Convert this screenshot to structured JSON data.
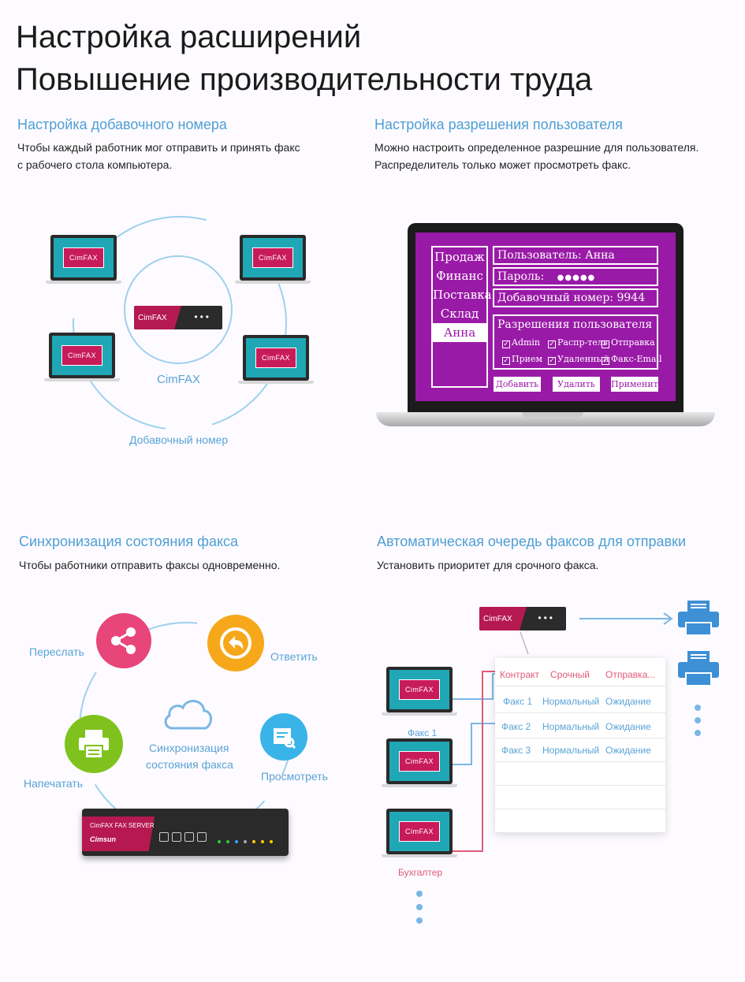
{
  "heading": {
    "line1": "Настройка расширений",
    "line2": "Повышение производительности труда"
  },
  "sections": {
    "ext": {
      "title": "Настройка добавочного номера",
      "desc1": "Чтобы каждый работник мог отправить и принять факс",
      "desc2": "с рабочего стола компьютера.",
      "center_label": "CimFAX",
      "outer_label": "Добавочный номер"
    },
    "perm": {
      "title": "Настройка разрешения пользователя",
      "desc1": "Можно настроить определенное разрешние для пользователя.",
      "desc2": "Распределитель только может просмотреть факс."
    },
    "sync": {
      "title": "Синхронизация состояния факса",
      "desc": "Чтобы работники отправить факсы одновременно.",
      "forward": "Переслать",
      "reply": "Ответить",
      "print": "Напечатать",
      "view": "Просмотреть",
      "center1": "Синхронизация",
      "center2": "состояния факса"
    },
    "queue": {
      "title": "Автоматическая очередь факсов для отправки",
      "desc": "Установить приоритет для срочного факса.",
      "fax1_label": "Факс 1",
      "accountant": "Бухгалтер"
    }
  },
  "brand": {
    "logo": "CimFAX",
    "server": "FAX SERVER",
    "maker": "Cimsun"
  },
  "ui_screen": {
    "menu": [
      "Продаж",
      "Финанс",
      "Поставка",
      "Склад",
      "Анна"
    ],
    "user_field": "Пользователь: Анна",
    "password_field": "Пароль:",
    "password_mask": "●●●●●",
    "ext_field": "Добавочный номер: 9944",
    "perm_title": "Разрешения пользователя",
    "perms": [
      "Admin",
      "Распр-тель",
      "Отправка",
      "Прием",
      "Удаленный",
      "Факс-Email"
    ],
    "btn_add": "Добавить",
    "btn_delete": "Удалить",
    "btn_apply": "Применить"
  },
  "queue_table": {
    "rows": [
      [
        "Контракт",
        "Срочный",
        "Отправка..."
      ],
      [
        "Факс 1",
        "Нормальный",
        "Ожидание"
      ],
      [
        "Факс 2",
        "Нормальный",
        "Ожидание"
      ],
      [
        "Факс 3",
        "Нормальный",
        "Ожидание"
      ]
    ]
  },
  "colors": {
    "accent_blue": "#4f9fd4",
    "brand_red": "#c81b5a",
    "ui_purple": "#9a1aa8",
    "screen_teal": "#1fa7b6",
    "urgent_red": "#e05a7a"
  }
}
